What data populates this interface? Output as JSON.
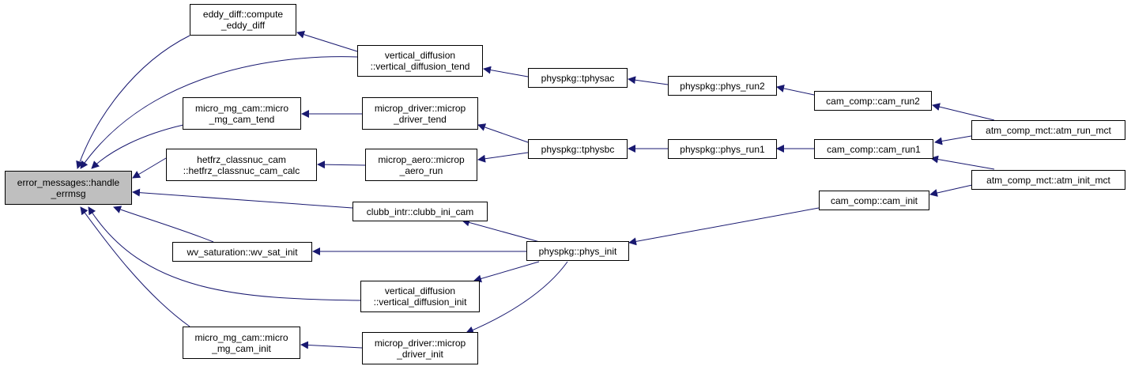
{
  "colors": {
    "edge": "#191970",
    "node_border": "#000000",
    "root_fill": "#bfbfbf",
    "node_fill": "#ffffff"
  },
  "nodes": {
    "root": [
      "error_messages::handle",
      "_errmsg"
    ],
    "eddy_diff": [
      "eddy_diff::compute",
      "_eddy_diff"
    ],
    "vd_tend": [
      "vertical_diffusion",
      "::vertical_diffusion_tend"
    ],
    "mg_tend": [
      "micro_mg_cam::micro",
      "_mg_cam_tend"
    ],
    "hetfrz": [
      "hetfrz_classnuc_cam",
      "::hetfrz_classnuc_cam_calc"
    ],
    "clubb": [
      "clubb_intr::clubb_ini_cam"
    ],
    "wv_sat": [
      "wv_saturation::wv_sat_init"
    ],
    "vd_init": [
      "vertical_diffusion",
      "::vertical_diffusion_init"
    ],
    "mg_init": [
      "micro_mg_cam::micro",
      "_mg_cam_init"
    ],
    "md_tend": [
      "microp_driver::microp",
      "_driver_tend"
    ],
    "aero_run": [
      "microp_aero::microp",
      "_aero_run"
    ],
    "md_init": [
      "microp_driver::microp",
      "_driver_init"
    ],
    "tphysac": [
      "physpkg::tphysac"
    ],
    "tphysbc": [
      "physpkg::tphysbc"
    ],
    "phys_init": [
      "physpkg::phys_init"
    ],
    "phys_run2": [
      "physpkg::phys_run2"
    ],
    "phys_run1": [
      "physpkg::phys_run1"
    ],
    "cam_run2": [
      "cam_comp::cam_run2"
    ],
    "cam_run1": [
      "cam_comp::cam_run1"
    ],
    "cam_init": [
      "cam_comp::cam_init"
    ],
    "atm_run": [
      "atm_comp_mct::atm_run_mct"
    ],
    "atm_init": [
      "atm_comp_mct::atm_init_mct"
    ]
  }
}
